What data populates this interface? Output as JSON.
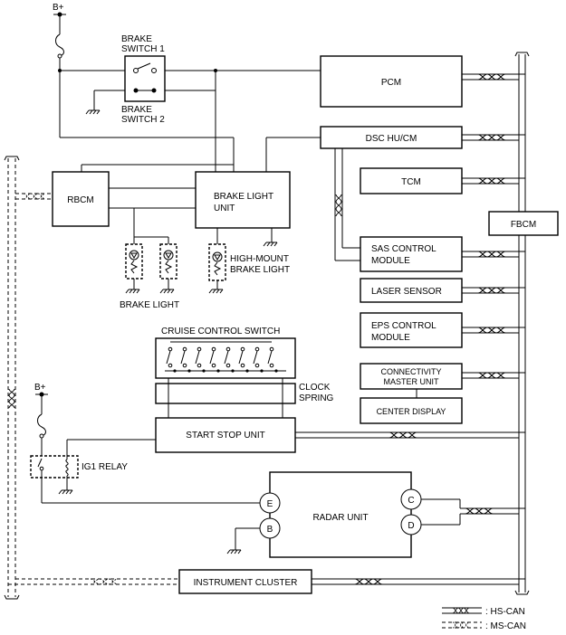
{
  "labels": {
    "b_plus_top": "B+",
    "b_plus_left": "B+",
    "brake_switch_1": [
      "BRAKE",
      "SWITCH 1"
    ],
    "brake_switch_2": [
      "BRAKE",
      "SWITCH 2"
    ],
    "pcm": "PCM",
    "dsc": "DSC HU/CM",
    "tcm": "TCM",
    "fbcm": "FBCM",
    "rbcm": "RBCM",
    "brake_light_unit": [
      "BRAKE LIGHT",
      "UNIT"
    ],
    "sas": [
      "SAS CONTROL",
      "MODULE"
    ],
    "laser": "LASER SENSOR",
    "eps": [
      "EPS CONTROL",
      "MODULE"
    ],
    "connectivity": [
      "CONNECTIVITY",
      "MASTER UNIT"
    ],
    "center_display": "CENTER DISPLAY",
    "high_mount": [
      "HIGH-MOUNT",
      "BRAKE LIGHT"
    ],
    "brake_light": "BRAKE LIGHT",
    "cruise": "CRUISE CONTROL SWITCH",
    "clock_spring": [
      "CLOCK",
      "SPRING"
    ],
    "start_stop": "START STOP UNIT",
    "ig1_relay": "IG1 RELAY",
    "radar": "RADAR UNIT",
    "term_e": "E",
    "term_b": "B",
    "term_c": "C",
    "term_d": "D",
    "instrument_cluster": "INSTRUMENT CLUSTER",
    "legend_hs": ": HS-CAN",
    "legend_ms": ": MS-CAN"
  }
}
